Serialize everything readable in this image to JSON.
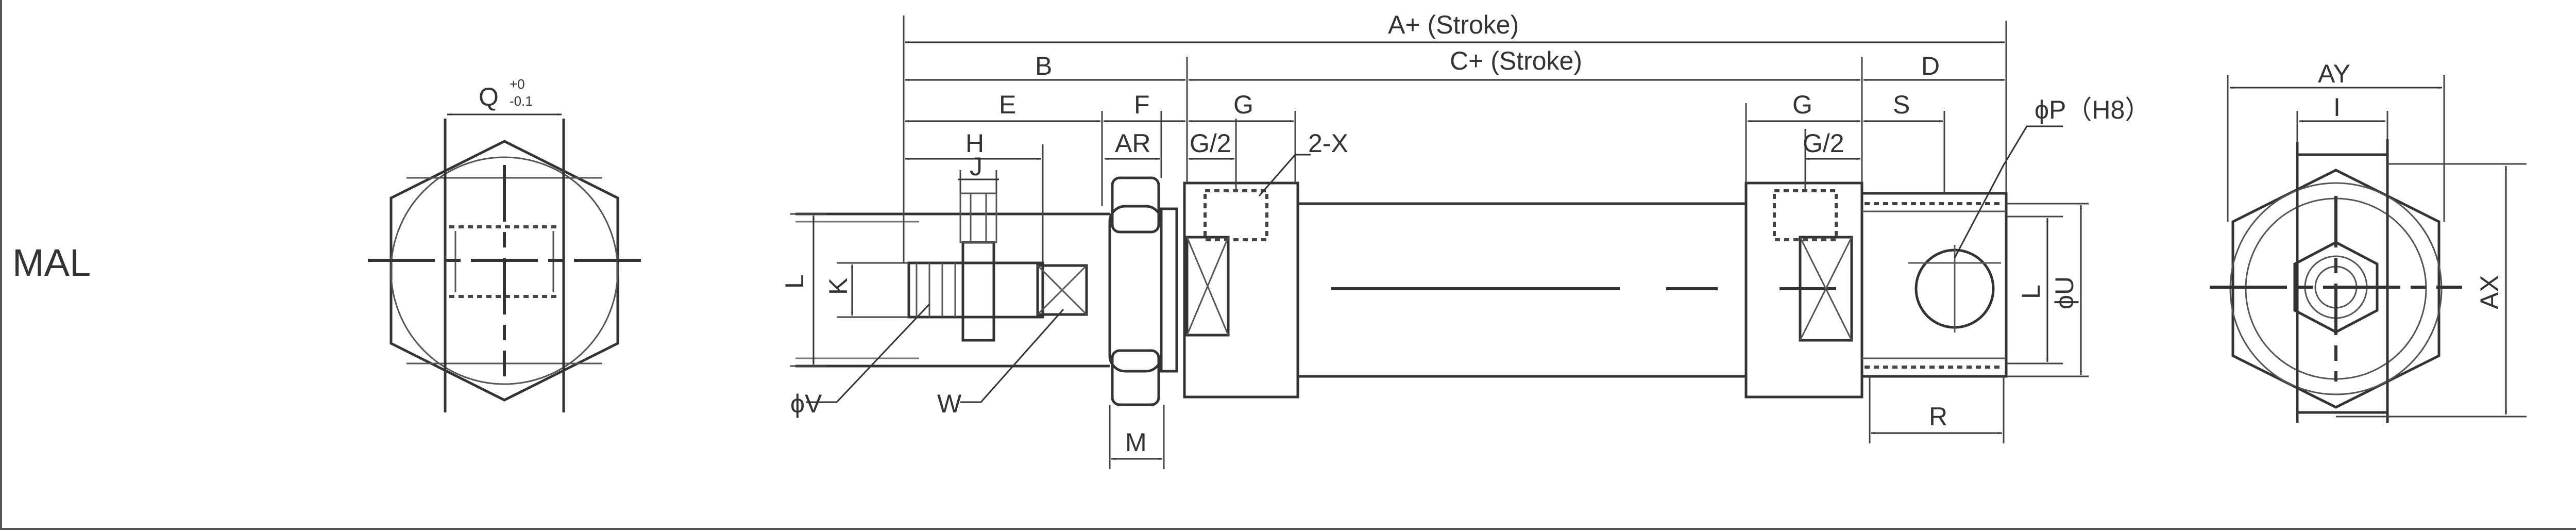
{
  "model_label": "MAL",
  "labels": {
    "q": "Q",
    "q_tol_upper": "+0",
    "q_tol_lower": "-0.1",
    "a": "A+ (Stroke)",
    "b": "B",
    "c": "C+ (Stroke)",
    "d": "D",
    "e": "E",
    "f": "F",
    "g_front": "G",
    "g_rear": "G",
    "h": "H",
    "ar": "AR",
    "g2_front": "G/2",
    "g2_rear": "G/2",
    "two_x": "2-X",
    "j": "J",
    "s": "S",
    "phi_p": "ϕP（H8）",
    "l_front": "L",
    "k": "K",
    "l_rear": "L",
    "phi_u": "ϕU",
    "phi_v": "ϕV",
    "w": "W",
    "m": "M",
    "r": "R",
    "ay": "AY",
    "i": "I",
    "ax": "AX"
  }
}
